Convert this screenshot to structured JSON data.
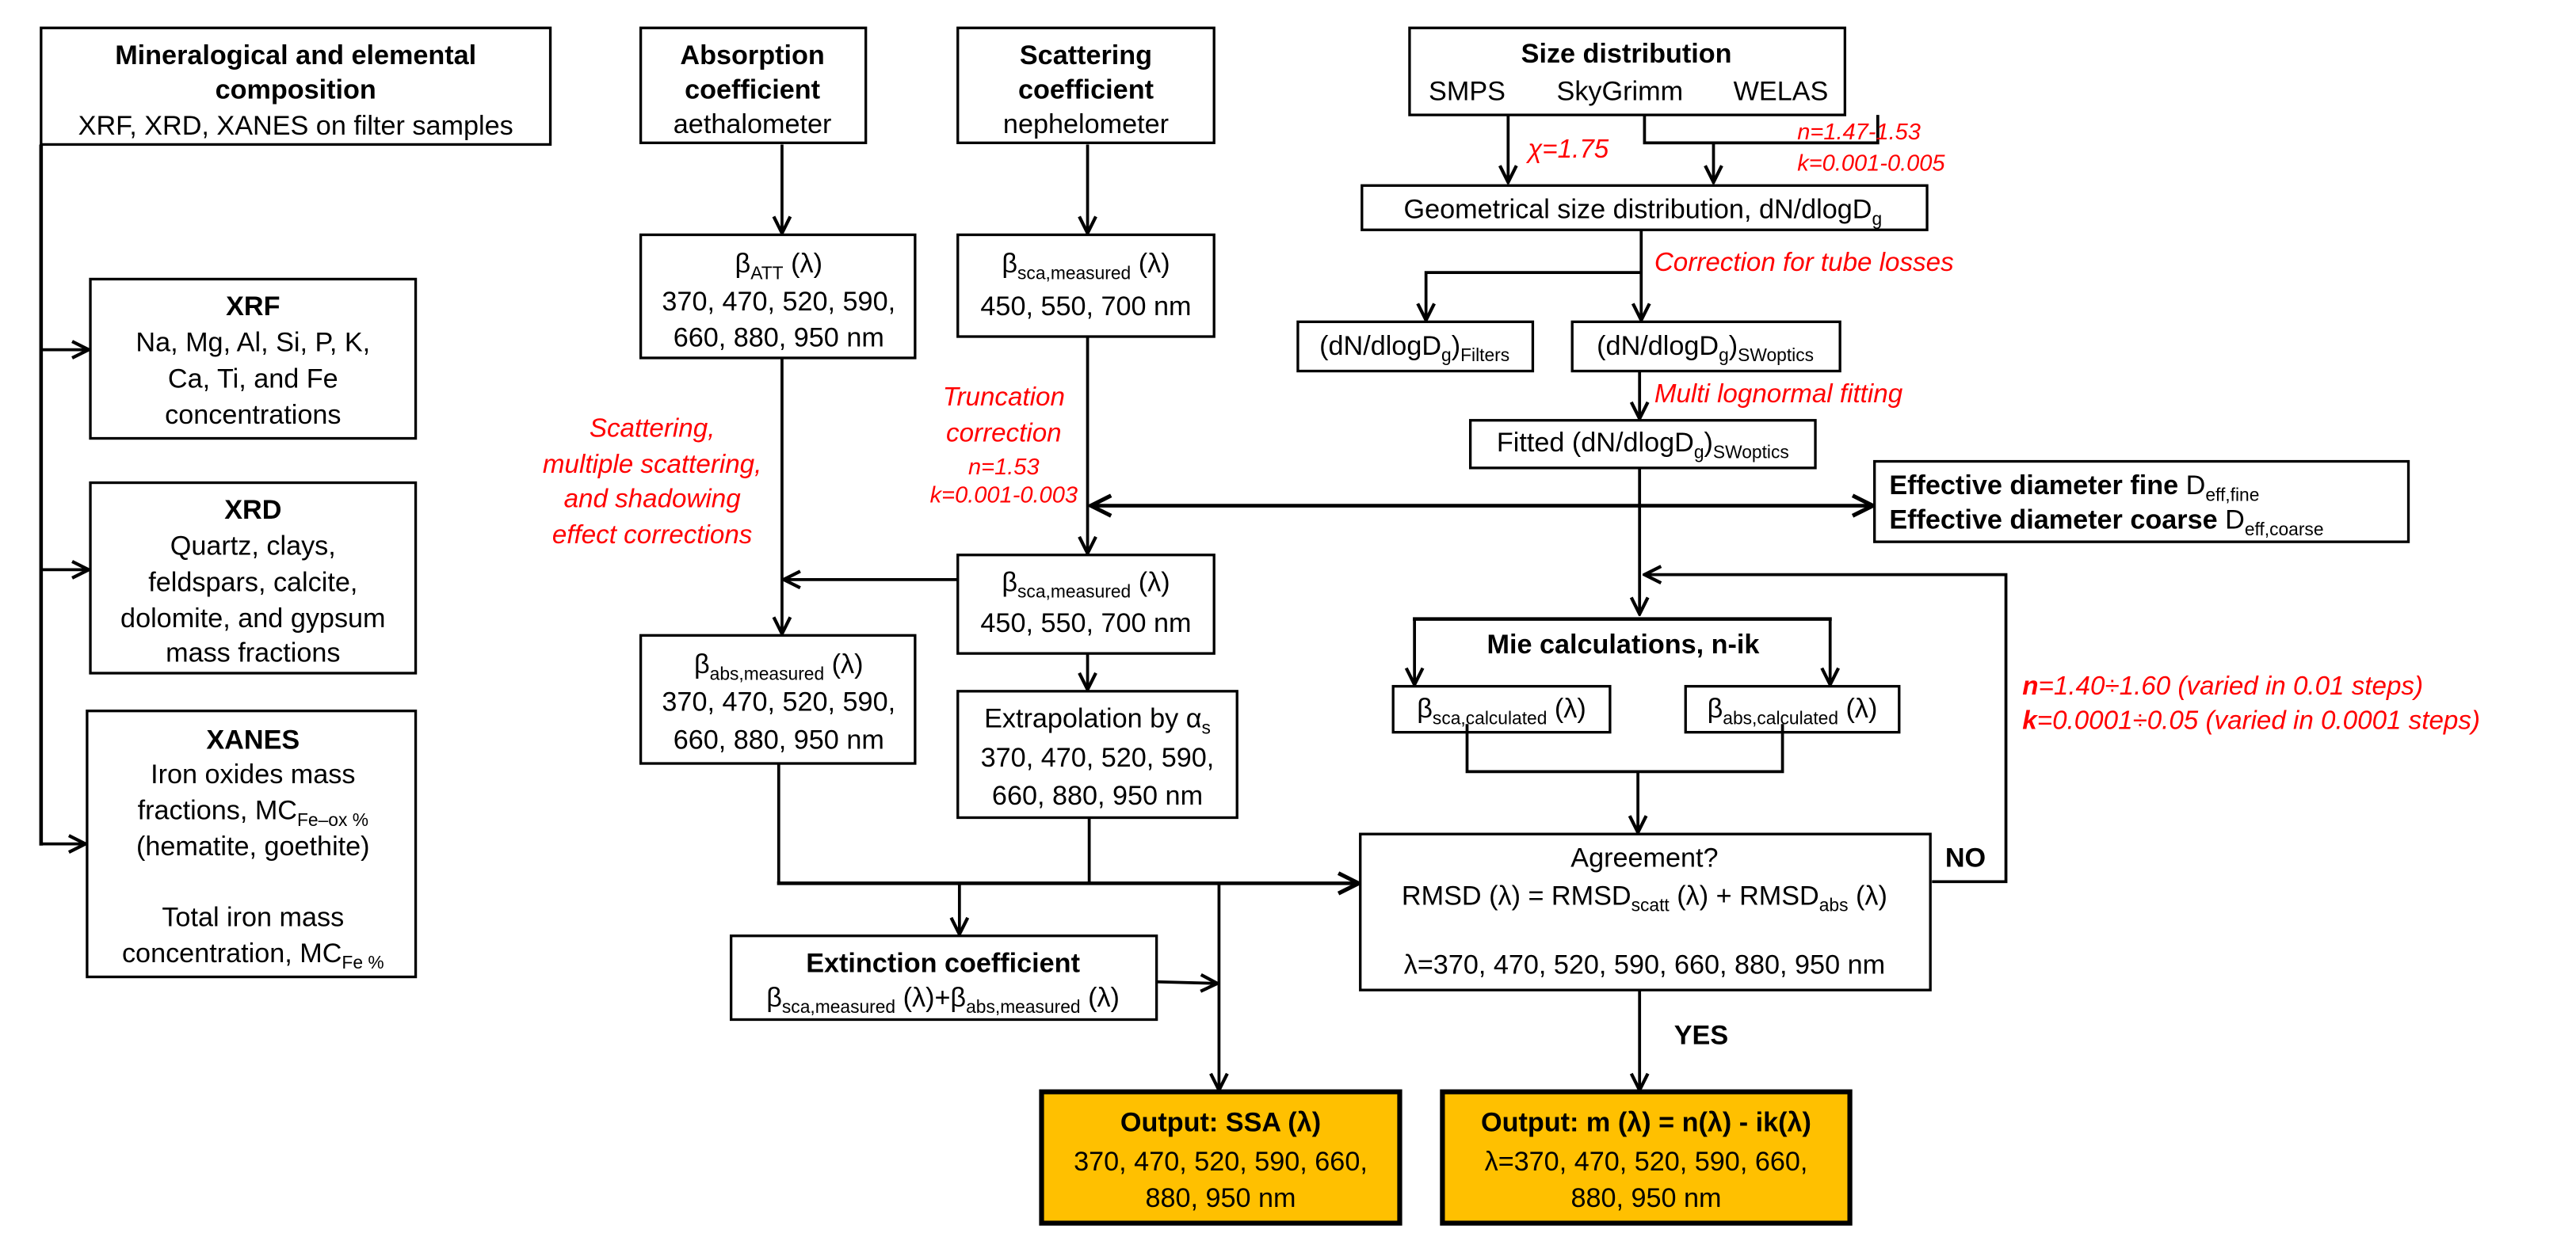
{
  "colors": {
    "mineral_fill": "#f2f8fc",
    "instrument_fill": "#fdefe6",
    "size_fill": "#f3f7ee",
    "output_fill": "#ffc000",
    "annotation": "#ff0000"
  },
  "mineral": {
    "title_line1": "Mineralogical and elemental",
    "title_line2": "composition",
    "subtitle": "XRF, XRD, XANES on filter samples"
  },
  "xrf": {
    "title": "XRF",
    "lines": [
      "Na, Mg, Al, Si, P, K,",
      "Ca, Ti, and Fe",
      "concentrations"
    ]
  },
  "xrd": {
    "title": "XRD",
    "lines": [
      "Quartz, clays,",
      "feldspars, calcite,",
      "dolomite, and gypsum",
      "mass fractions"
    ]
  },
  "xanes": {
    "title": "XANES",
    "line1": "Iron oxides mass",
    "line2_main": "fractions, MC",
    "line2_sub": "Fe–ox %",
    "line3": "(hematite, goethite)",
    "line4": "Total iron mass",
    "line5_main": "concentration, MC",
    "line5_sub": "Fe %"
  },
  "absorption": {
    "title_line1": "Absorption",
    "title_line2": "coefficient",
    "instrument": "aethalometer"
  },
  "scattering": {
    "title_line1": "Scattering",
    "title_line2": "coefficient",
    "instrument": "nephelometer"
  },
  "beta_att": {
    "symbol": "β",
    "sub": "ATT",
    "arg": " (λ)",
    "line1": "370, 470, 520, 590,",
    "line2": "660, 880, 950 nm"
  },
  "beta_sca_raw": {
    "symbol": "β",
    "sub": "sca,measured",
    "arg": " (λ)",
    "line1": "450, 550, 700 nm"
  },
  "abs_correction": [
    "Scattering,",
    "multiple scattering,",
    "and shadowing",
    "effect corrections"
  ],
  "truncation": [
    "Truncation",
    "correction",
    "n=1.53",
    "k=0.001-0.003"
  ],
  "beta_sca_corr": {
    "symbol": "β",
    "sub": "sca,measured",
    "arg": " (λ)",
    "line1": "450, 550, 700 nm"
  },
  "beta_abs": {
    "symbol": "β",
    "sub": "abs,measured",
    "arg": " (λ)",
    "line1": "370, 470, 520, 590,",
    "line2": "660, 880, 950 nm"
  },
  "extrapolation": {
    "title": "Extrapolation by α",
    "title_sub": "s",
    "line1": "370, 470, 520, 590,",
    "line2": "660, 880, 950 nm"
  },
  "extinction": {
    "title": "Extinction coefficient",
    "b1": "β",
    "b1_sub": "sca,measured",
    "mid": " (λ)+β",
    "b2_sub": "abs,measured",
    "end": " (λ)"
  },
  "ssa_output": {
    "title": "Output: SSA (λ)",
    "line1": "370, 470, 520, 590, 660,",
    "line2": "880, 950 nm"
  },
  "size_dist": {
    "title": "Size distribution",
    "instruments": [
      "SMPS",
      "SkyGrimm",
      "WELAS"
    ]
  },
  "chi_label": "χ=1.75",
  "welas_params": [
    "n=1.47-1.53",
    "k=0.001-0.005"
  ],
  "geometrical": {
    "main": "Geometrical size distribution, dN/dlogD",
    "sub": "g"
  },
  "tube_losses": "Correction for tube losses",
  "filters_dist": {
    "main": "(dN/dlogD",
    "sub1": "g",
    "close": ")",
    "sub2": "Filters"
  },
  "swoptics_dist": {
    "main": "(dN/dlogD",
    "sub1": "g",
    "close": ")",
    "sub2": "SWoptics"
  },
  "lognormal": "Multi lognormal fitting",
  "fitted": {
    "main": "Fitted (dN/dlogD",
    "sub1": "g",
    "close": ")",
    "sub2": "SWoptics"
  },
  "eff_diameter": {
    "fine_label": "Effective diameter fine ",
    "fine_sym": "D",
    "fine_sub": "eff,fine",
    "coarse_label": "Effective diameter coarse ",
    "coarse_sym": "D",
    "coarse_sub": "eff,coarse"
  },
  "mie": {
    "title": "Mie calculations, n-ik"
  },
  "beta_sca_calc": {
    "symbol": "β",
    "sub": "sca,calculated",
    "arg": " (λ)"
  },
  "beta_abs_calc": {
    "symbol": "β",
    "sub": "abs,calculated",
    "arg": " (λ)"
  },
  "nk_ranges": {
    "n_key": "n",
    "n_rest": "=1.40÷1.60 (varied in 0.01 steps)",
    "k_key": "k",
    "k_rest": "=0.0001÷0.05 (varied in 0.0001 steps)"
  },
  "agreement": {
    "title": "Agreement?",
    "eq_a": "RMSD (λ) = RMSD",
    "eq_sub1": "scatt",
    "eq_b": " (λ) + RMSD",
    "eq_sub2": "abs",
    "eq_c": " (λ)",
    "wavelengths": "λ=370, 470, 520, 590, 660, 880, 950 nm"
  },
  "no_label": "NO",
  "yes_label": "YES",
  "m_output": {
    "title": "Output: m (λ) = n(λ) - ik(λ)",
    "line1": "λ=370, 470, 520, 590, 660,",
    "line2": "880, 950 nm"
  }
}
